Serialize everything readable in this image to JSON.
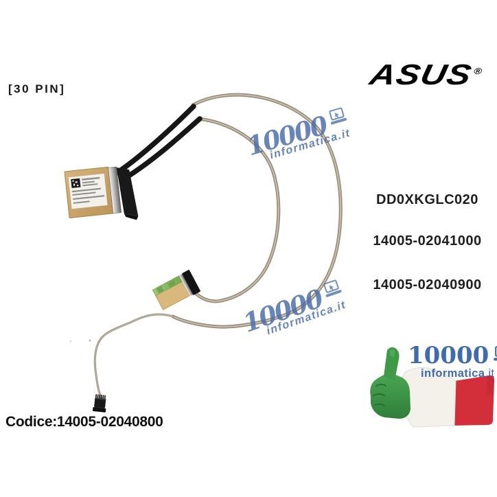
{
  "page": {
    "background_color": "#ffffff"
  },
  "labels": {
    "pin_count": "[30 PIN]",
    "bottom_code": "Codice:14005-02040800"
  },
  "part_codes": [
    "DD0XKGLC020",
    "14005-02041000",
    "14005-02040900"
  ],
  "brand": {
    "name": "ASUS",
    "registered": "®",
    "color": "#050505"
  },
  "watermark": {
    "number": "10000",
    "domain": "informatica.it",
    "color": "#486cac",
    "icon": "laptop-icon"
  },
  "seller_badge": {
    "number": "10000",
    "domain_main": "informatica",
    "domain_tld": ".it",
    "text_color": "#3f6cb0",
    "icon": "laptop-icon",
    "flag_colors": {
      "green": "#3e9a47",
      "white": "#f4f1ea",
      "red": "#d22f3a"
    }
  },
  "photo": {
    "subject": "ASUS 30-pin EDP LCD display flex cable with three connectors",
    "colors": {
      "cable": "#a3998625",
      "cable_base": "#978c79",
      "cable_highlight": "#d0c6b3",
      "black_sleeve": "#161616",
      "connector_tape": "#c9a873",
      "connector2_tape": "#d8b87c",
      "green_tape": "#8cbb62",
      "label": "#f3f1ea"
    }
  }
}
